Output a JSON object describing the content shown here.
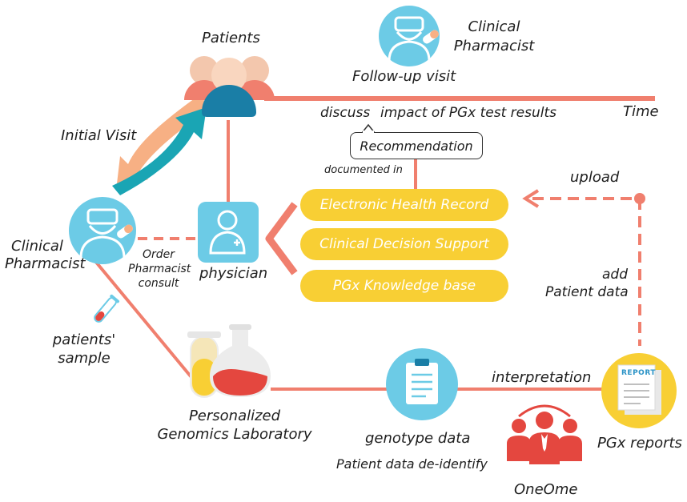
{
  "labels": {
    "patients": "Patients",
    "clinical_pharmacist_top_1": "Clinical",
    "clinical_pharmacist_top_2": "Pharmacist",
    "follow_up_visit": "Follow-up visit",
    "time": "Time",
    "discuss": "discuss",
    "impact": "impact of PGx test results",
    "recommendation": "Recommendation",
    "documented_in": "documented in",
    "initial_visit": "Initial Visit",
    "upload": "upload",
    "clinical_pharmacist_left_1": "Clinical",
    "clinical_pharmacist_left_2": "Pharmacist",
    "order_1": "Order",
    "order_2": "Pharmacist",
    "order_3": "consult",
    "physician": "physician",
    "add": "add",
    "patient_data": "Patient data",
    "patients_sample_1": "patients'",
    "patients_sample_2": "sample",
    "interpretation": "interpretation",
    "lab_1": "Personalized",
    "lab_2": "Genomics Laboratory",
    "genotype_data": "genotype data",
    "deidentify": "Patient data de-identify",
    "pgx_reports": "PGx reports",
    "oneome": "OneOme",
    "report_badge": "REPORT"
  },
  "systems": [
    {
      "label": "Electronic Health Record"
    },
    {
      "label": "Clinical Decision Support"
    },
    {
      "label": "PGx Knowledge base"
    }
  ],
  "colors": {
    "line": "#f07f6e",
    "pill": "#f8cf34",
    "circle": "#6ccbe6",
    "orange_arrow": "#f7b084",
    "teal_arrow": "#1aa5b4",
    "people_red": "#e4473f",
    "report_circle": "#f8cf34"
  },
  "icons": [
    "patients-group-icon",
    "pharmacist-icon",
    "physician-icon",
    "test-tube-icon",
    "flask-icon",
    "clipboard-icon",
    "report-icon",
    "people-network-icon"
  ]
}
